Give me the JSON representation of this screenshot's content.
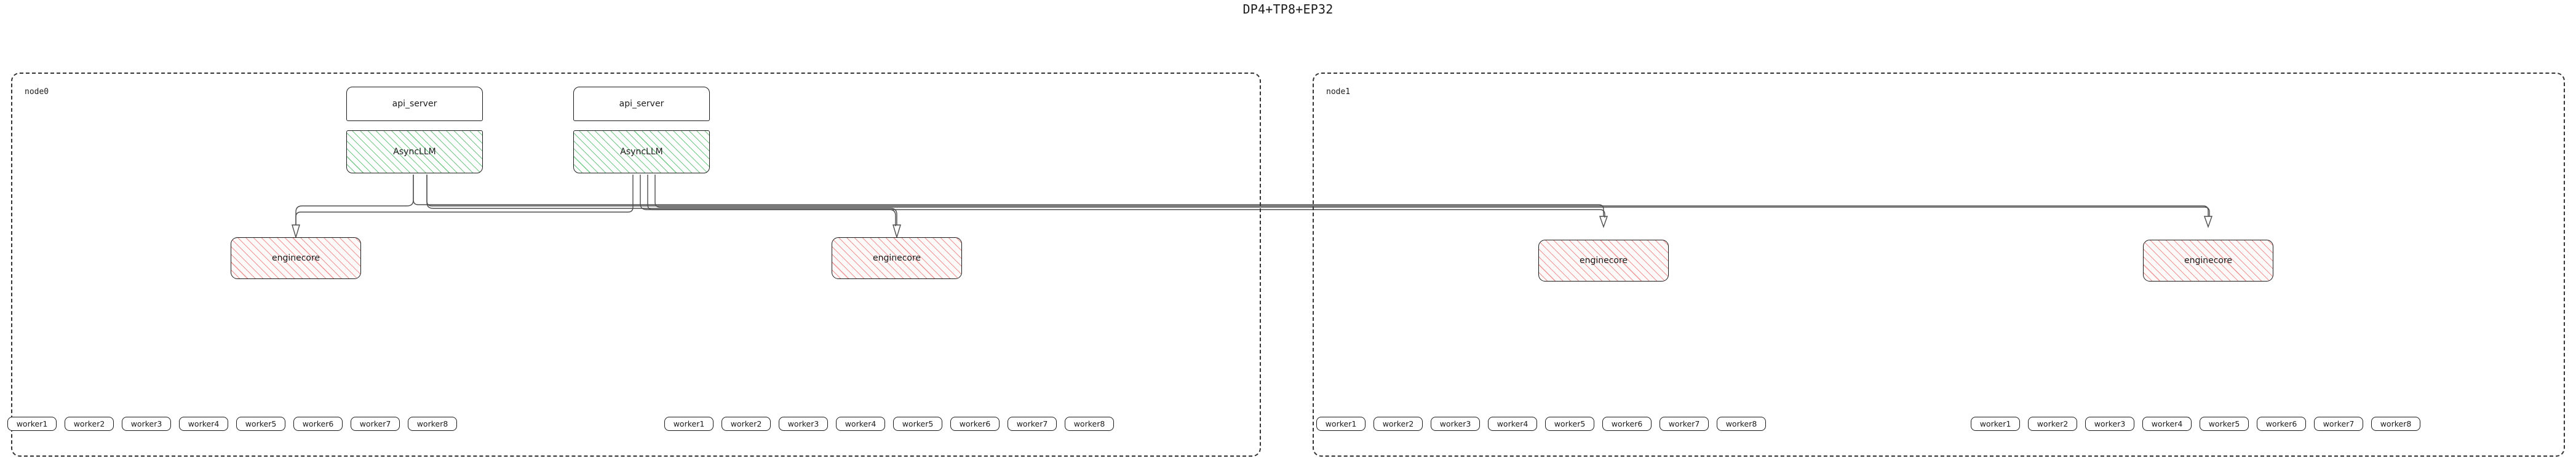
{
  "title": "DP4+TP8+EP32",
  "colors": {
    "accent_green": "#6cc680",
    "accent_pink": "#ec8282",
    "border": "#1b1b1b",
    "cluster_border": "#333333",
    "edge": "#4d4d4d",
    "background": "#ffffff"
  },
  "clusters": [
    {
      "id": "node0",
      "label": "node0",
      "api_servers": [
        {
          "api_server_label": "api_server",
          "async_llm_label": "AsyncLLM"
        },
        {
          "api_server_label": "api_server",
          "async_llm_label": "AsyncLLM"
        }
      ],
      "enginecores": [
        {
          "label": "enginecore",
          "workers": [
            "worker1",
            "worker2",
            "worker3",
            "worker4",
            "worker5",
            "worker6",
            "worker7",
            "worker8"
          ]
        },
        {
          "label": "enginecore",
          "workers": [
            "worker1",
            "worker2",
            "worker3",
            "worker4",
            "worker5",
            "worker6",
            "worker7",
            "worker8"
          ]
        }
      ]
    },
    {
      "id": "node1",
      "label": "node1",
      "api_servers": [],
      "enginecores": [
        {
          "label": "enginecore",
          "workers": [
            "worker1",
            "worker2",
            "worker3",
            "worker4",
            "worker5",
            "worker6",
            "worker7",
            "worker8"
          ]
        },
        {
          "label": "enginecore",
          "workers": [
            "worker1",
            "worker2",
            "worker3",
            "worker4",
            "worker5",
            "worker6",
            "worker7",
            "worker8"
          ]
        }
      ]
    }
  ]
}
